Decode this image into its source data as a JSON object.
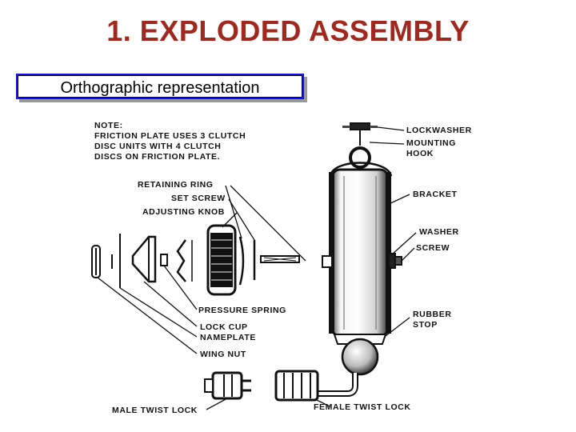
{
  "title": "1. EXPLODED  ASSEMBLY",
  "subtitle": "Orthographic  representation",
  "note": {
    "lines": [
      "NOTE:",
      "FRICTION PLATE USES 3 CLUTCH",
      "DISC UNITS WITH 4 CLUTCH",
      "DISCS ON FRICTION PLATE."
    ]
  },
  "labels": {
    "lockwasher": "LOCKWASHER",
    "mounting_hook_1": "MOUNTING",
    "mounting_hook_2": "HOOK",
    "bracket": "BRACKET",
    "washer": "WASHER",
    "screw": "SCREW",
    "rubber_stop_1": "RUBBER",
    "rubber_stop_2": "STOP",
    "retaining_ring": "RETAINING RING",
    "set_screw": "SET SCREW",
    "adjusting_knob": "ADJUSTING KNOB",
    "pressure_spring": "PRESSURE SPRING",
    "lock_cup": "LOCK CUP",
    "nameplate": "NAMEPLATE",
    "wing_nut": "WING NUT",
    "male_twist_lock": "MALE TWIST LOCK",
    "female_twist_lock": "FEMALE TWIST LOCK"
  },
  "colors": {
    "title": "#a0281e",
    "subtitle_border": "#1010ff",
    "ink": "#111111"
  }
}
